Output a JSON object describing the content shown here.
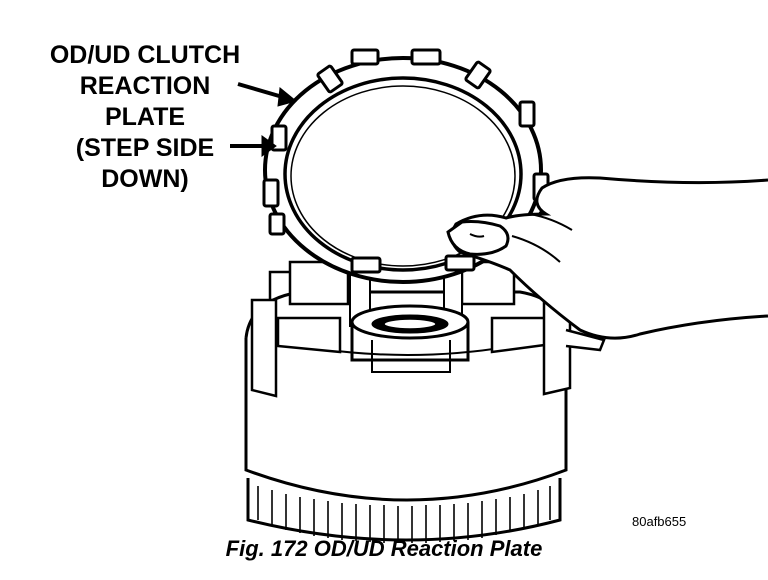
{
  "callout": {
    "lines": [
      "OD/UD CLUTCH",
      "REACTION",
      "PLATE",
      "(STEP SIDE",
      "DOWN)"
    ]
  },
  "figure_code": "80afb655",
  "caption": "Fig. 172 OD/UD Reaction Plate"
}
